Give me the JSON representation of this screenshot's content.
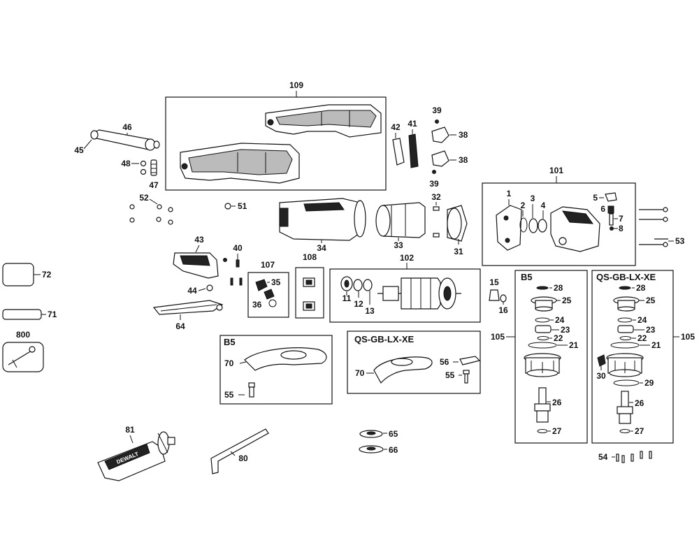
{
  "diagram": {
    "group_labels": {
      "housing": "109",
      "gear_head": "101",
      "armature": "102",
      "brushes": "108",
      "brush_holder": "107",
      "spindle_b5": "105",
      "spindle_qs": "105"
    },
    "section_headers": {
      "guard_b5": "B5",
      "guard_qs": "QS-GB-LX-XE",
      "spindle_b5": "B5",
      "spindle_qs": "QS-GB-LX-XE"
    },
    "part_labels": {
      "p1": "1",
      "p2": "2",
      "p3": "3",
      "p4": "4",
      "p5": "5",
      "p6": "6",
      "p7": "7",
      "p8": "8",
      "p11": "11",
      "p12": "12",
      "p13": "13",
      "p15": "15",
      "p16": "16",
      "p21a": "21",
      "p22a": "22",
      "p23a": "23",
      "p24a": "24",
      "p25a": "25",
      "p26a": "26",
      "p27a": "27",
      "p28a": "28",
      "p21b": "21",
      "p22b": "22",
      "p23b": "23",
      "p24b": "24",
      "p25b": "25",
      "p26b": "26",
      "p27b": "27",
      "p28b": "28",
      "p29": "29",
      "p30": "30",
      "p31": "31",
      "p32": "32",
      "p33": "33",
      "p34": "34",
      "p35": "35",
      "p36": "36",
      "p38a": "38",
      "p38b": "38",
      "p39a": "39",
      "p39b": "39",
      "p40": "40",
      "p41": "41",
      "p42": "42",
      "p43": "43",
      "p44": "44",
      "p45": "45",
      "p46": "46",
      "p47": "47",
      "p48": "48",
      "p51": "51",
      "p52": "52",
      "p53": "53",
      "p54": "54",
      "p55a": "55",
      "p55b": "55",
      "p56": "56",
      "p64": "64",
      "p65": "65",
      "p66": "66",
      "p70a": "70",
      "p70b": "70",
      "p71": "71",
      "p72": "72",
      "p80": "80",
      "p81": "81",
      "p800": "800"
    },
    "handle_brand": "DEWALT"
  }
}
